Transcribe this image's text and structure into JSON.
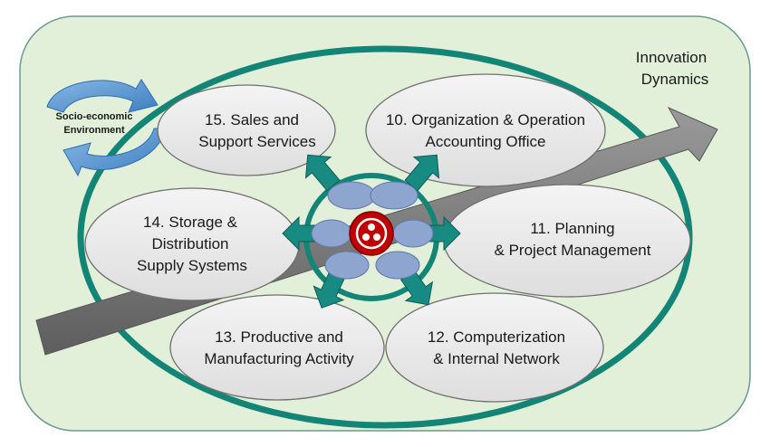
{
  "title": "",
  "corner_label": {
    "line1": "Innovation",
    "line2": "Dynamics"
  },
  "cycle_label": {
    "line1": "Socio-economic",
    "line2": "Environment"
  },
  "nodes": [
    {
      "lines": [
        "15. Sales and",
        "Support Services"
      ]
    },
    {
      "lines": [
        "10. Organization & Operation",
        "Accounting Office"
      ]
    },
    {
      "lines": [
        "14. Storage &",
        "Distribution",
        "Supply Systems"
      ]
    },
    {
      "lines": [
        "11. Planning",
        "& Project Management"
      ]
    },
    {
      "lines": [
        "13. Productive and",
        "Manufacturing Activity"
      ]
    },
    {
      "lines": [
        "12. Computerization",
        "& Internal Network"
      ]
    }
  ],
  "colors": {
    "background_panel": "#e2f0d9",
    "panel_border": "#6a9a8f",
    "ring": "#138576",
    "bubble_fill": "#ececec",
    "bubble_stroke": "#6f6f6f",
    "innovation_arrow": "#7c7c7c",
    "connector_arrow": "#178a82",
    "hub_oval": "#8ea5cf",
    "hub_core": "#c00000",
    "cycle_arrow": "#5b9bd5"
  }
}
